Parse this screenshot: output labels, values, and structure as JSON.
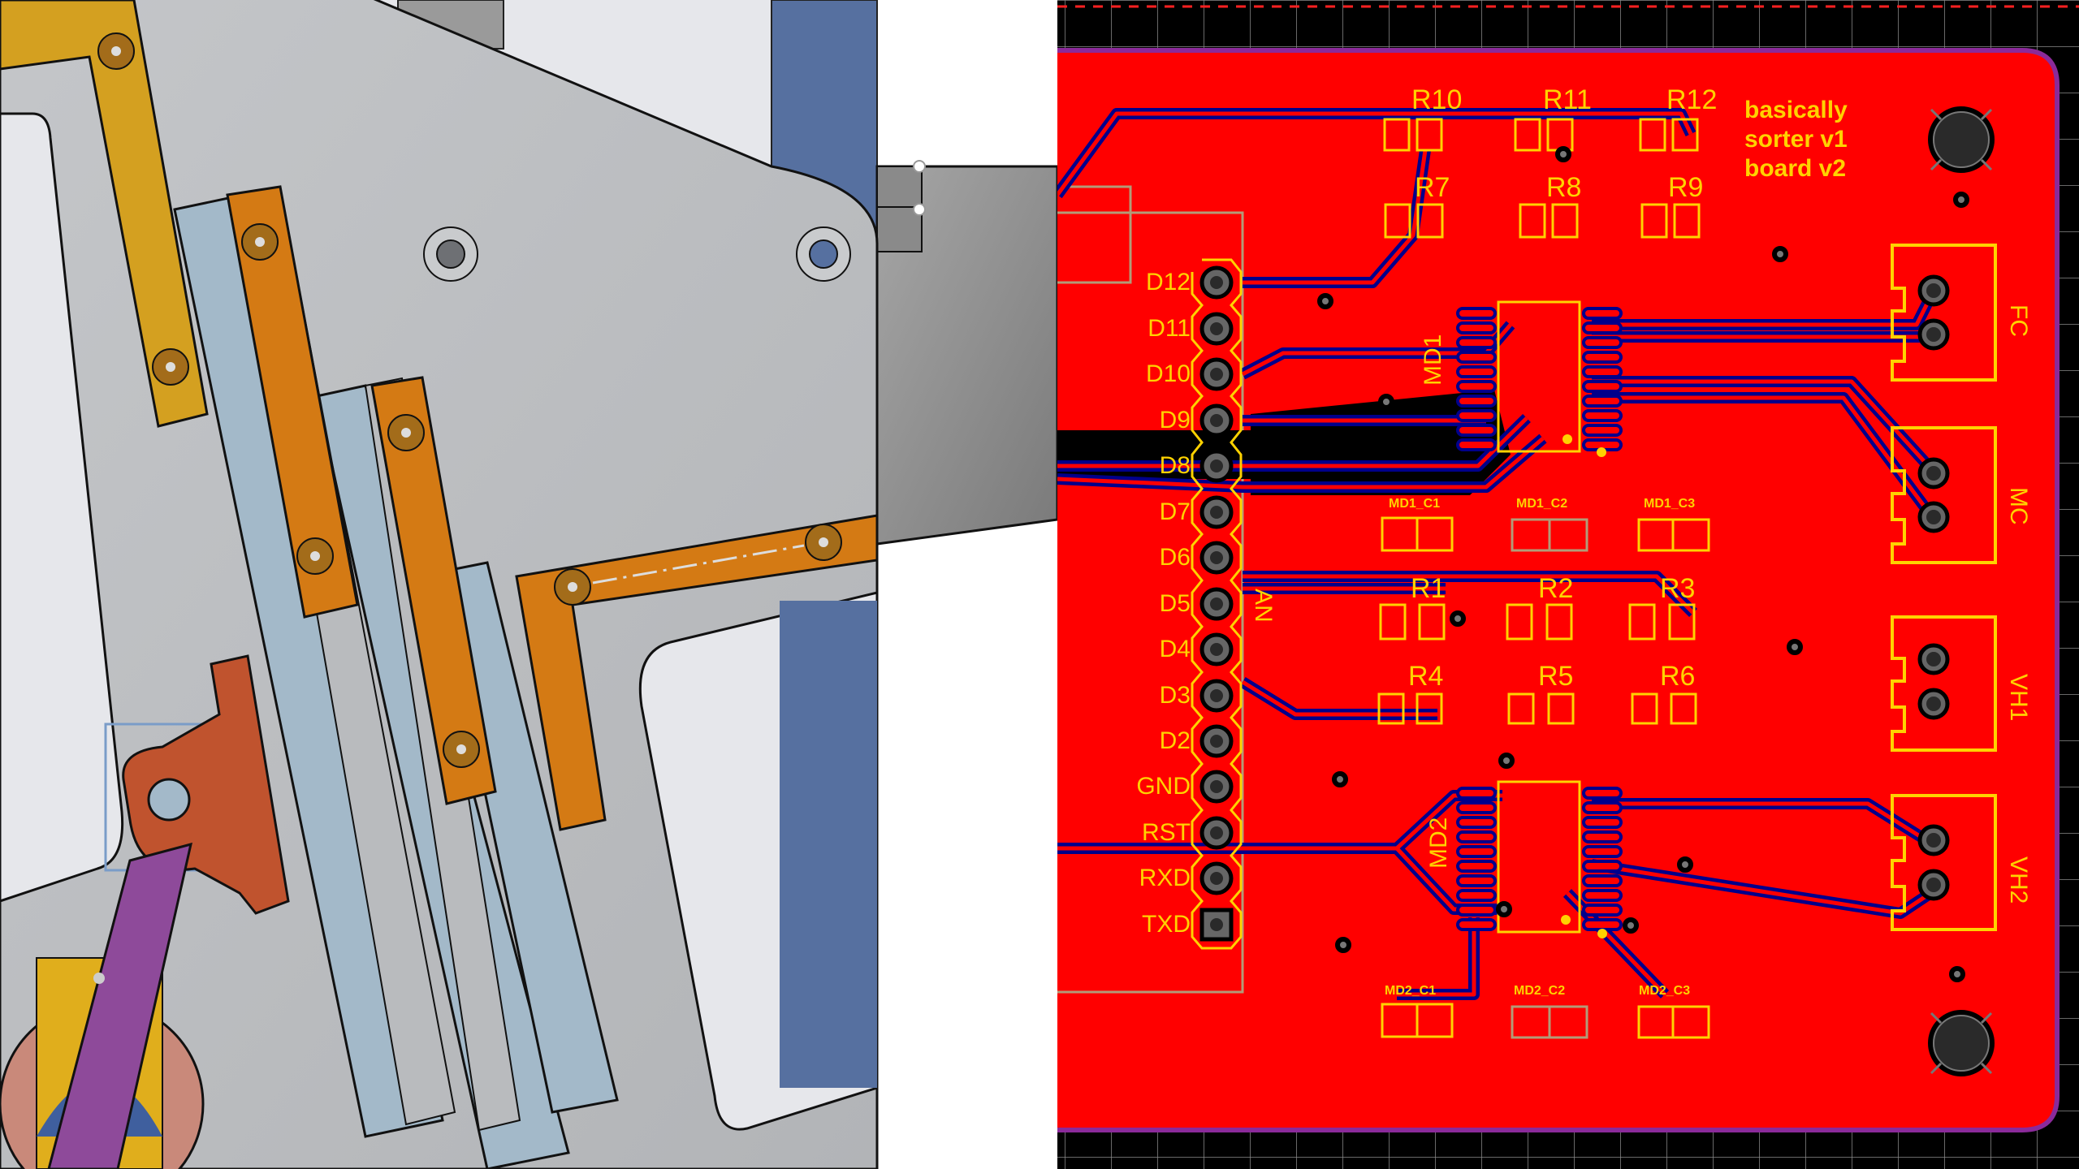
{
  "cad_view": {
    "sketch_note": "",
    "colors": {
      "background": "#e6e7eb",
      "base_plate": "#b9bbbe",
      "yellow_link": "#d4a020",
      "orange_link": "#d47a14",
      "slider": "#a3b9c9",
      "blue_frame": "#5670a0",
      "purple_arm": "#8e4a9a",
      "red_bracket": "#c0532e",
      "motor_block": "#8f8f8f"
    }
  },
  "pcb_view": {
    "board_title": [
      "basically",
      "sorter v1",
      "board v2"
    ],
    "colors": {
      "copper_top": "#ff0000",
      "copper_bottom": "#00008b",
      "silkscreen": "#ffd200",
      "outline": "#8b2a9a",
      "grid": "#8a8a8a",
      "background": "#000000"
    },
    "header": {
      "name": "AN",
      "pins": [
        "D12",
        "D11",
        "D10",
        "D9",
        "D8",
        "D7",
        "D6",
        "D5",
        "D4",
        "D3",
        "D2",
        "GND",
        "RST",
        "RXD",
        "TXD"
      ]
    },
    "resistors": [
      "R10",
      "R11",
      "R12",
      "R7",
      "R8",
      "R9",
      "R1",
      "R2",
      "R3",
      "R4",
      "R5",
      "R6"
    ],
    "drivers": [
      "MD1",
      "MD2"
    ],
    "capacitors": [
      "MD1_C1",
      "MD1_C2",
      "MD1_C3",
      "MD2_C1",
      "MD2_C2",
      "MD2_C3"
    ],
    "connectors": [
      "FC",
      "MC",
      "VH1",
      "VH2"
    ]
  }
}
